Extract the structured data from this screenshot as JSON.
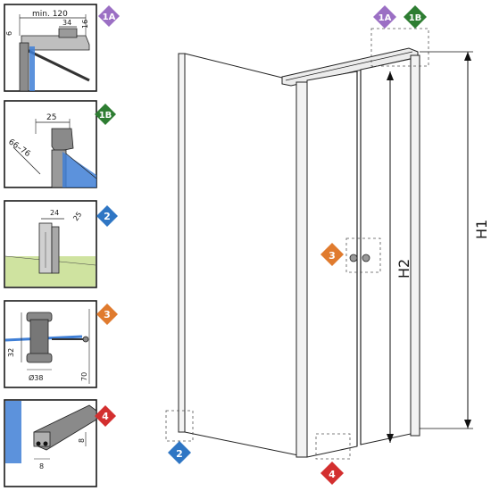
{
  "colors": {
    "badge_1A": "#9b6fc4",
    "badge_1B": "#2e7d32",
    "badge_2": "#2f76c4",
    "badge_3": "#e07b2e",
    "badge_4": "#d32f2f",
    "glass": "#3f7fd6",
    "floor": "#cfe3a0"
  },
  "badges": {
    "b1A": "1A",
    "b1B": "1B",
    "b2": "2",
    "b3": "3",
    "b4": "4"
  },
  "details": {
    "d1a": {
      "min_width": "min. 120",
      "dim_34": "34",
      "dim_16": "16",
      "dim_6": "6"
    },
    "d1b": {
      "dim_25": "25",
      "dim_range": "66–76"
    },
    "d2": {
      "dim_24": "24",
      "dim_25": "25"
    },
    "d3": {
      "dim_32": "32",
      "dim_38": "Ø38",
      "dim_70": "70"
    },
    "d4": {
      "dim_8a": "8",
      "dim_8b": "8"
    }
  },
  "main": {
    "h1_label": "H1",
    "h2_label": "H2"
  }
}
